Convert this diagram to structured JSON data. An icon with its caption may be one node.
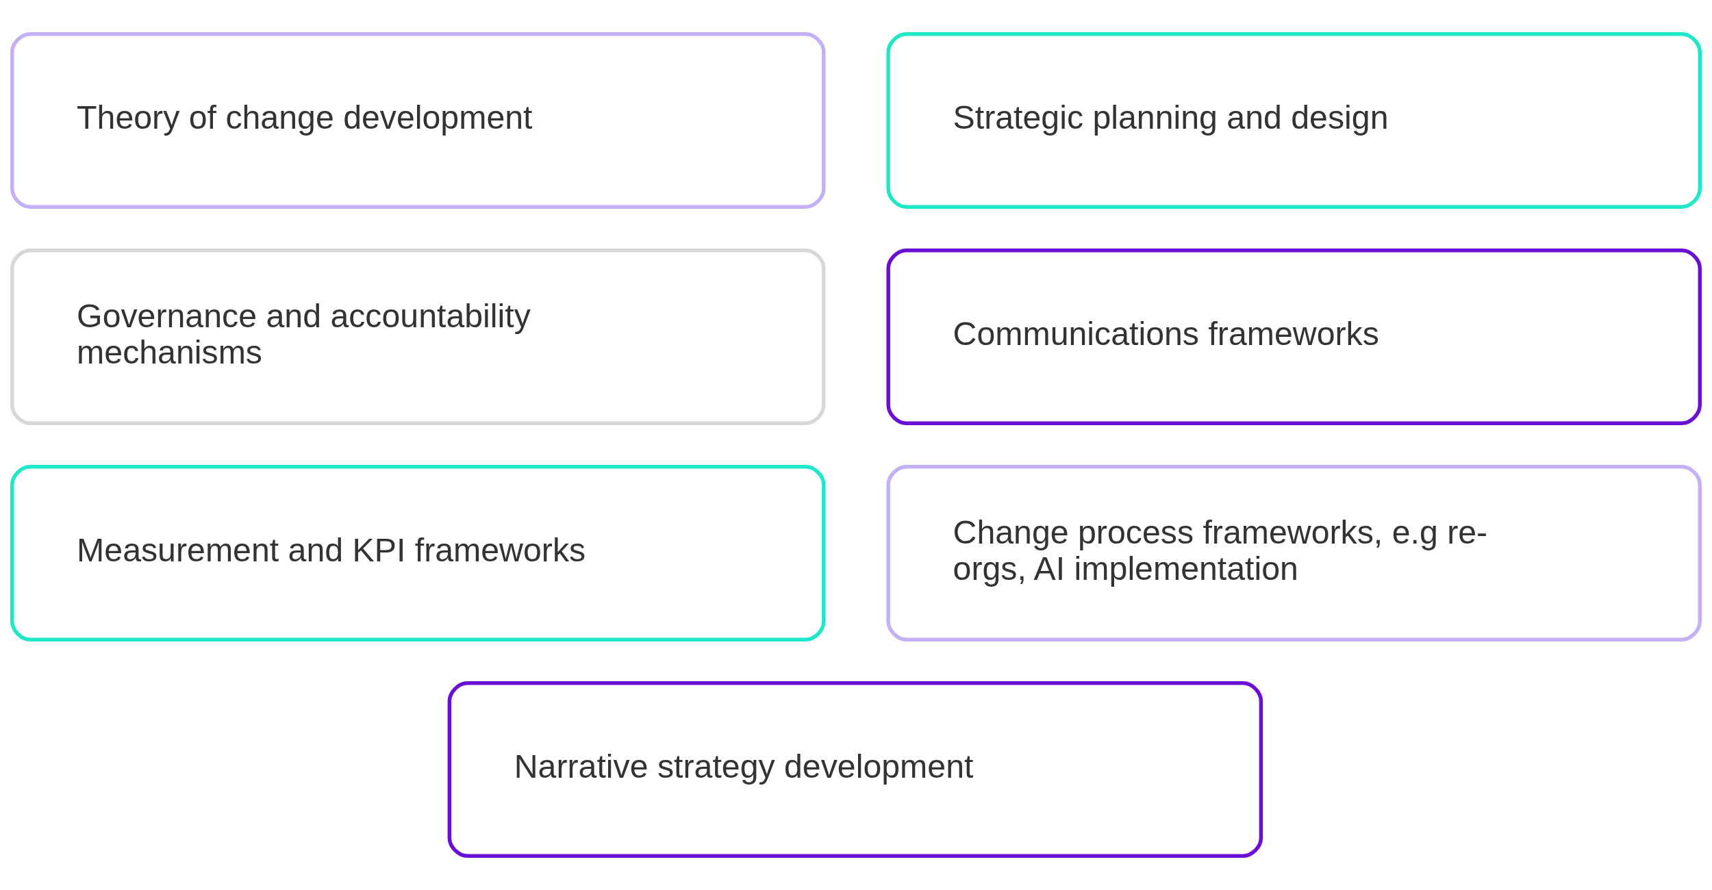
{
  "diagram": {
    "nodes": [
      {
        "text": [
          "Theory of change development"
        ]
      },
      {
        "text": [
          "Strategic planning and design"
        ]
      },
      {
        "text": [
          "Governance and accountability mechanisms"
        ]
      },
      {
        "text": [
          "Communications frameworks"
        ]
      },
      {
        "text": [
          "Measurement and KPI frameworks"
        ]
      },
      {
        "text": [
          "Change process frameworks, e.g re-orgs, AI implementation"
        ]
      },
      {
        "text": [
          "Narrative strategy development"
        ]
      }
    ]
  }
}
